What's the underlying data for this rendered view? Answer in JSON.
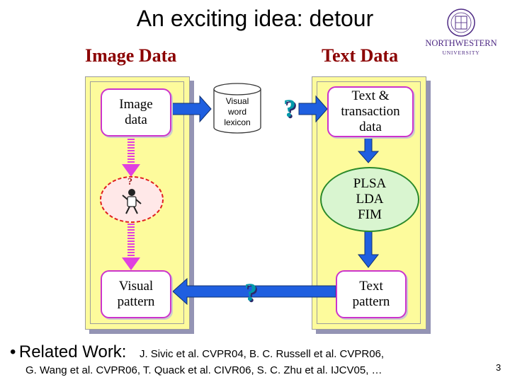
{
  "title": "An exciting idea: detour",
  "headers": {
    "image_data": "Image Data",
    "text_data": "Text Data"
  },
  "logo": {
    "name": "NORTHWESTERN",
    "sub": "UNIVERSITY"
  },
  "nodes": {
    "image_data": "Image\ndata",
    "visual_lexicon": "Visual\nword\nlexicon",
    "text_transaction": "Text &\ntransaction\ndata",
    "plsa": "PLSA\nLDA\nFIM",
    "visual_pattern": "Visual\npattern",
    "text_pattern": "Text\npattern"
  },
  "question_marks": {
    "top": "?",
    "bottom": "?",
    "thinker": "?"
  },
  "related": {
    "bullet": "•",
    "heading": "Related Work:",
    "line1": "J. Sivic et al. CVPR04, B. C. Russell et al. CVPR06,",
    "line2": "G. Wang et al. CVPR06, T. Quack et al. CIVR06,  S. C. Zhu et al. IJCV05, …"
  },
  "page_number": "3",
  "colors": {
    "panel_fill": "#fdfb9c",
    "node_border": "#cc33cc",
    "arrow_blue": "#1f5fe0",
    "arrow_pink": "#e040e0",
    "oval_fill": "#d9f5d0",
    "header_red": "#8b0000",
    "qmark_cyan": "#0099aa"
  }
}
